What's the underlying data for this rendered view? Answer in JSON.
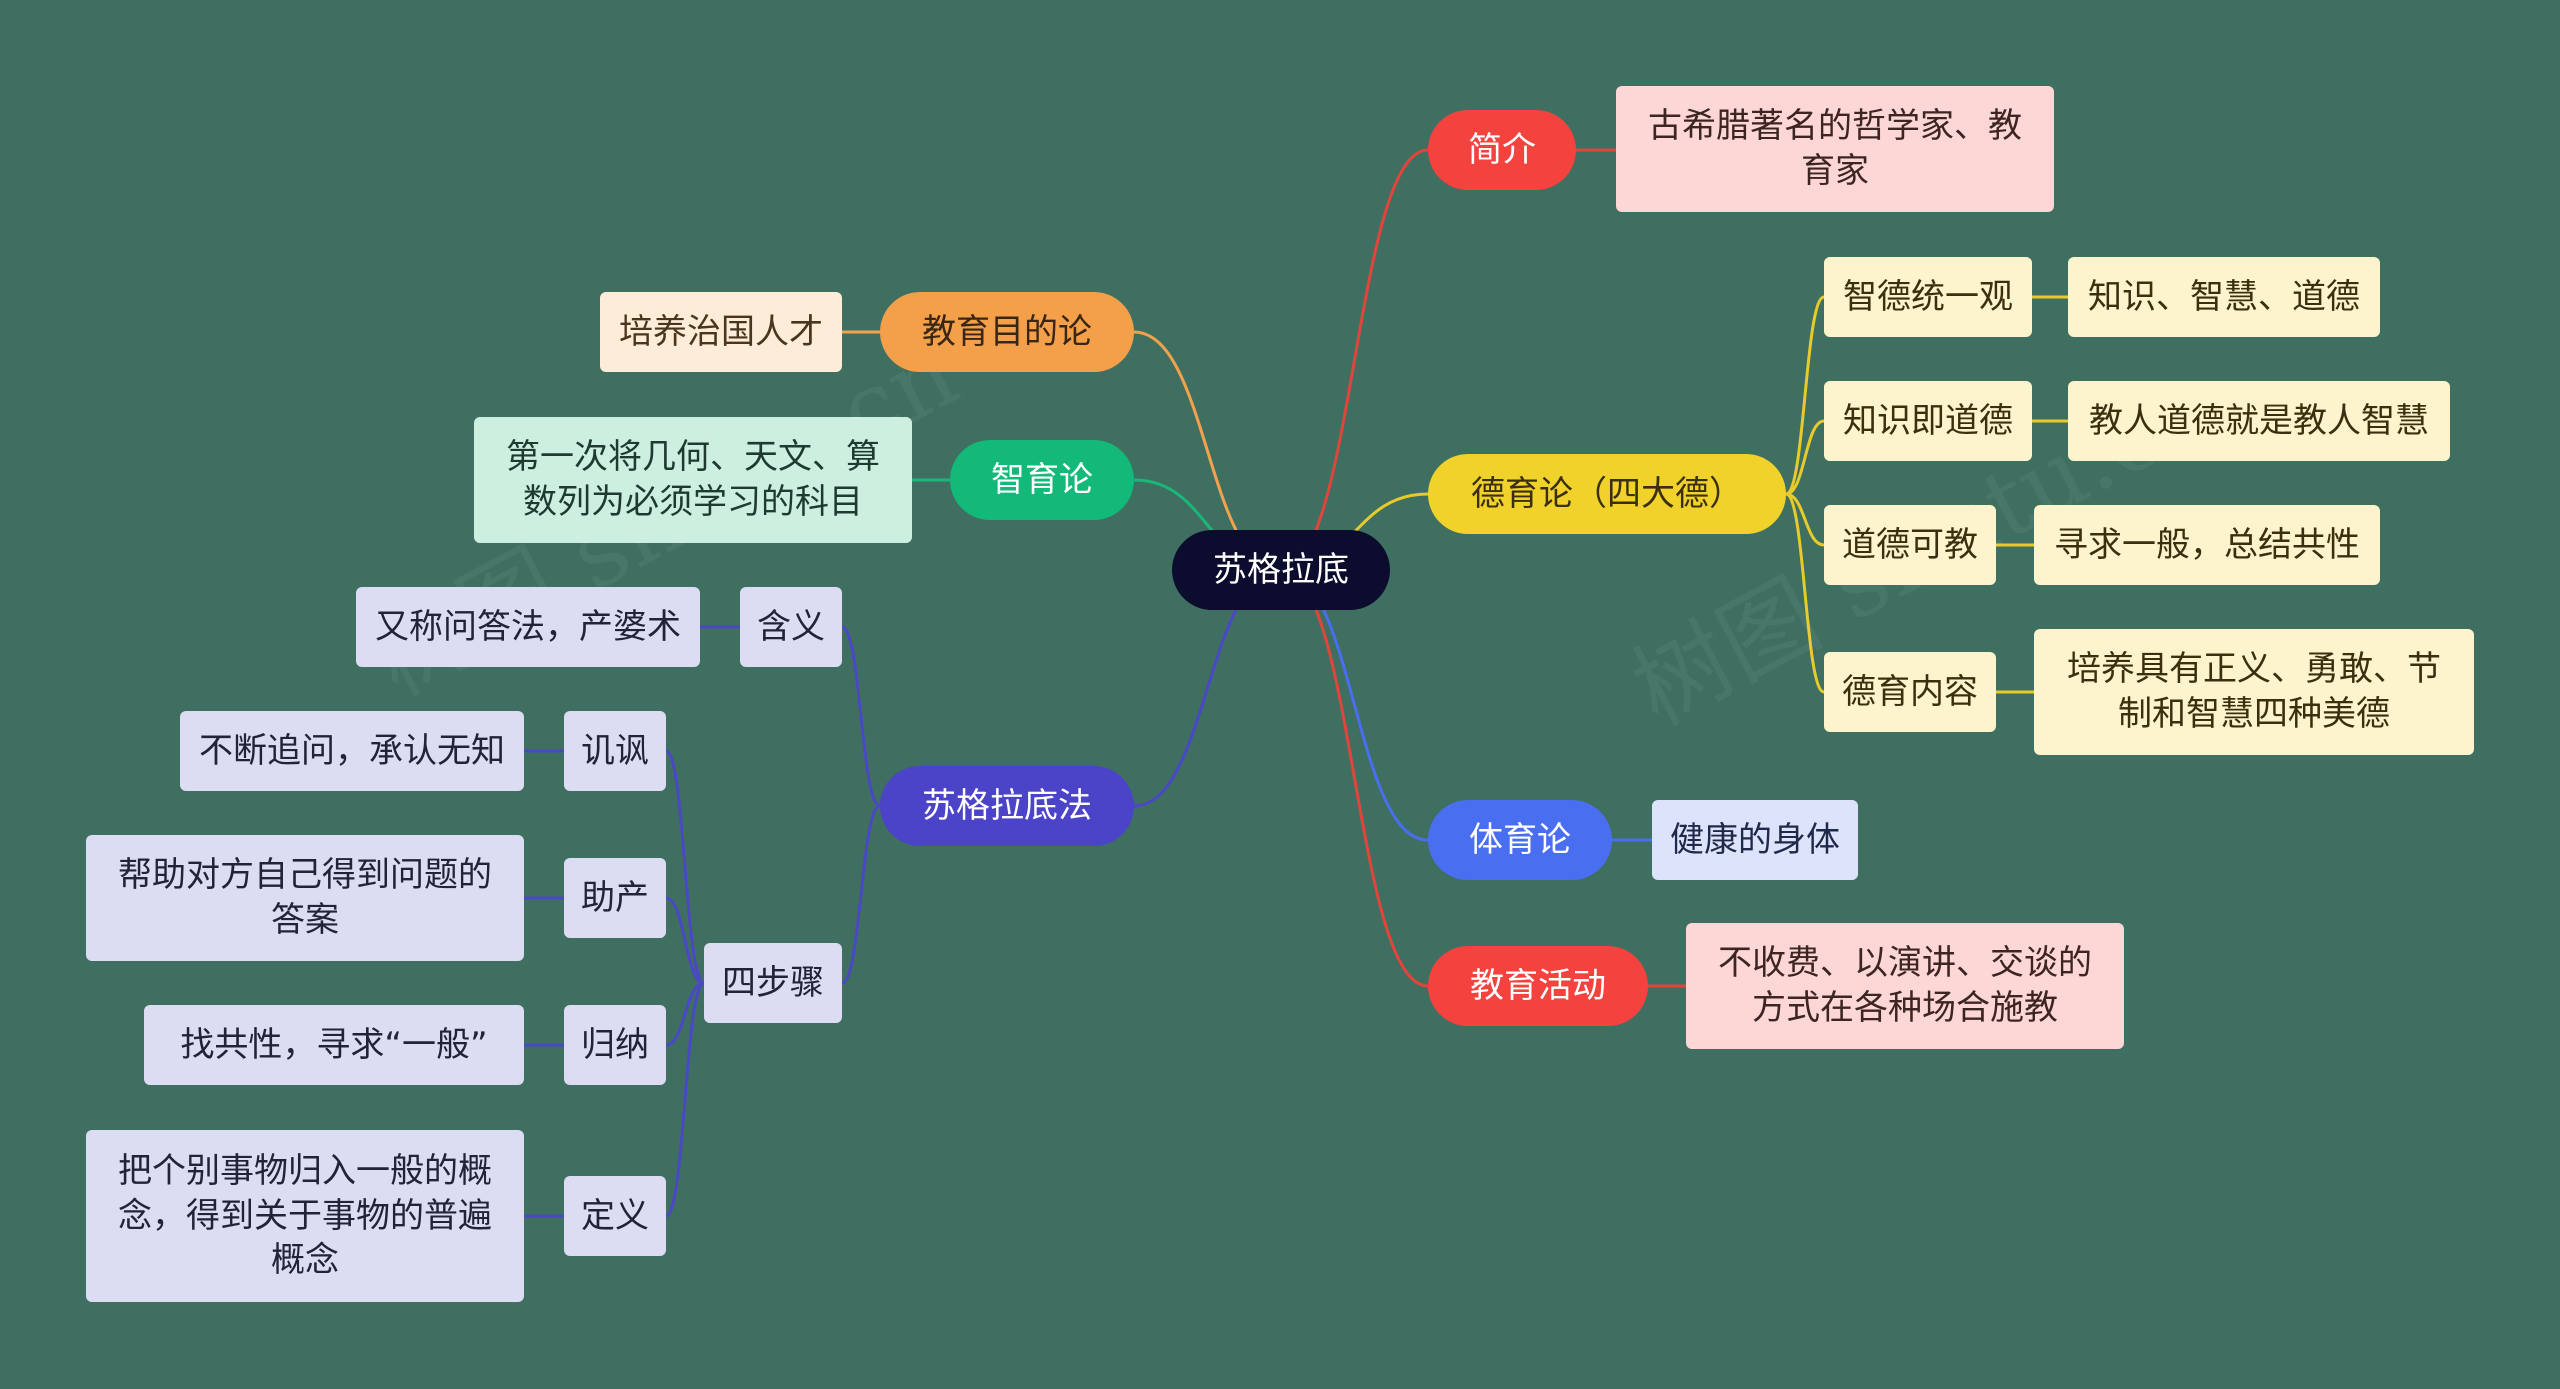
{
  "root": {
    "label": "苏格拉底",
    "color": "#0c0c2e"
  },
  "branches": [
    {
      "key": "intro",
      "label": "简介",
      "color": "#f4433e",
      "line": "#e0453c",
      "children": [
        {
          "label": "古希腊著名的哲学家、教育家",
          "bg": "#fdd7d6",
          "fg": "#3d2523"
        }
      ]
    },
    {
      "key": "purpose",
      "label": "教育目的论",
      "color": "#f4a04b",
      "line": "#f2a24c",
      "children": [
        {
          "label": "培养治国人才",
          "bg": "#fdecd8",
          "fg": "#4a3520"
        }
      ]
    },
    {
      "key": "intellect",
      "label": "智育论",
      "color": "#12b978",
      "line": "#19b77a",
      "children": [
        {
          "label": "第一次将几何、天文、算数列为必须学习的科目",
          "bg": "#ccefe0",
          "fg": "#1f3a2f"
        }
      ]
    },
    {
      "key": "moral",
      "label": "德育论（四大德）",
      "color": "#f1d22a",
      "fg": "#3a3010",
      "line": "#e8ca2b",
      "children": [
        {
          "label": "智德统一观",
          "bg": "#fcf4cc",
          "fg": "#3a3010",
          "children": [
            {
              "label": "知识、智慧、道德"
            }
          ]
        },
        {
          "label": "知识即道德",
          "bg": "#fcf4cc",
          "fg": "#3a3010",
          "children": [
            {
              "label": "教人道德就是教人智慧"
            }
          ]
        },
        {
          "label": "道德可教",
          "bg": "#fcf4cc",
          "fg": "#3a3010",
          "children": [
            {
              "label": "寻求一般，总结共性"
            }
          ]
        },
        {
          "label": "德育内容",
          "bg": "#fcf4cc",
          "fg": "#3a3010",
          "children": [
            {
              "label": "培养具有正义、勇敢、节制和智慧四种美德"
            }
          ]
        }
      ]
    },
    {
      "key": "method",
      "label": "苏格拉底法",
      "color": "#4b43c8",
      "line": "#4b48c6",
      "children": [
        {
          "label": "含义",
          "bg": "#dcdcf3",
          "fg": "#222238",
          "children": [
            {
              "label": "又称问答法，产婆术"
            }
          ]
        },
        {
          "label": "四步骤",
          "bg": "#dcdcf3",
          "fg": "#222238",
          "children": [
            {
              "label": "讥讽",
              "children": [
                {
                  "label": "不断追问，承认无知"
                }
              ]
            },
            {
              "label": "助产",
              "children": [
                {
                  "label": "帮助对方自己得到问题的答案"
                }
              ]
            },
            {
              "label": "归纳",
              "children": [
                {
                  "label": "找共性，寻求“一般”"
                }
              ]
            },
            {
              "label": "定义",
              "children": [
                {
                  "label": "把个别事物归入一般的概念，得到关于事物的普遍概念"
                }
              ]
            }
          ]
        }
      ]
    },
    {
      "key": "physical",
      "label": "体育论",
      "color": "#4a6ef0",
      "line": "#4a6ef0",
      "children": [
        {
          "label": "健康的身体",
          "bg": "#dde3fb",
          "fg": "#1f2a4a"
        }
      ]
    },
    {
      "key": "activity",
      "label": "教育活动",
      "color": "#f4433e",
      "line": "#e0453c",
      "children": [
        {
          "label": "不收费、以演讲、交谈的方式在各种场合施教",
          "bg": "#fdd7d6",
          "fg": "#3d2523"
        }
      ]
    }
  ]
}
